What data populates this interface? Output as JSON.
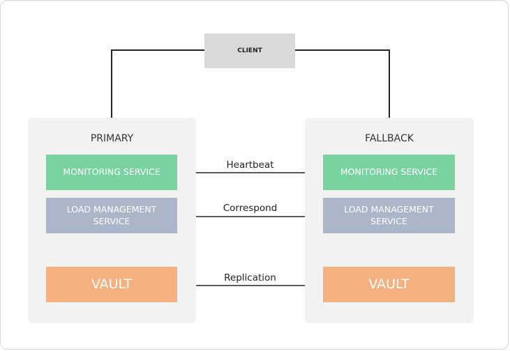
{
  "client": {
    "label": "CLIENT"
  },
  "primary": {
    "title": "PRIMARY",
    "monitoring": "MONITORING SERVICE",
    "load_management": "LOAD MANAGEMENT SERVICE",
    "vault": "VAULT"
  },
  "fallback": {
    "title": "FALLBACK",
    "monitoring": "MONITORING SERVICE",
    "load_management": "LOAD MANAGEMENT SERVICE",
    "vault": "VAULT"
  },
  "links": {
    "heartbeat": "Heartbeat",
    "correspond": "Correspond",
    "replication": "Replication"
  },
  "colors": {
    "monitoring": "#78d3a0",
    "load_management": "#abb6c8",
    "vault": "#f4b07f",
    "client": "#d9d9d9",
    "panel": "#f2f2f2"
  }
}
